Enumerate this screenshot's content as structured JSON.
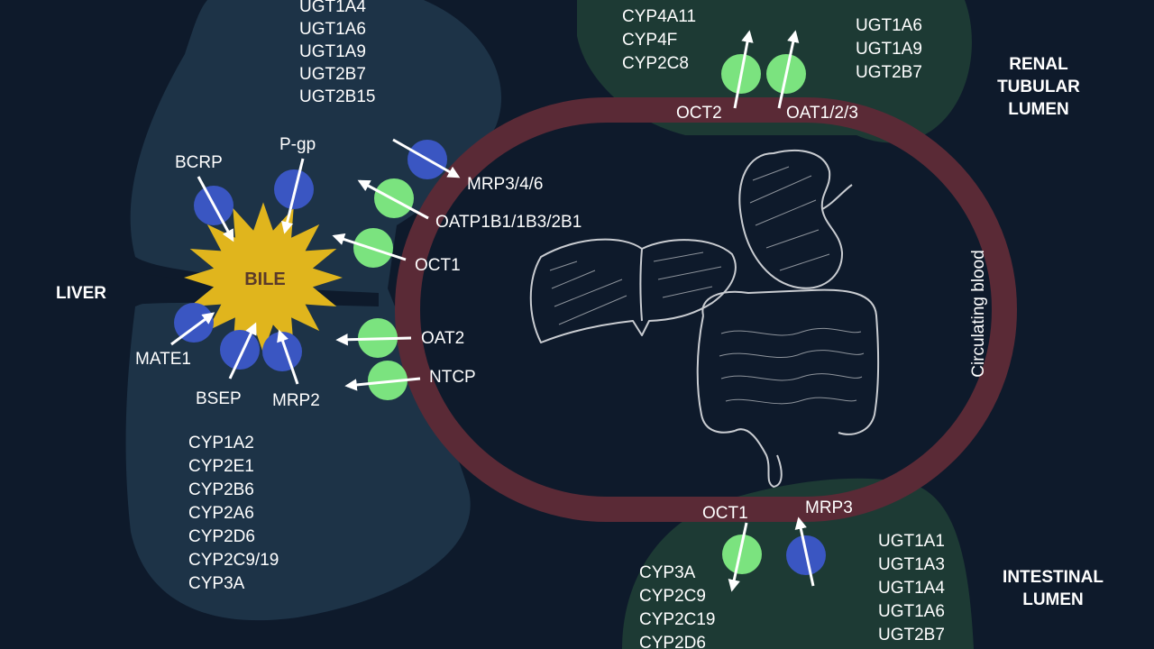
{
  "colors": {
    "background": "#0e1a2b",
    "liver_region": "#1d3347",
    "kidney_region": "#1d3a34",
    "intestine_region": "#1d3a34",
    "circulation_ring": "#5a2a36",
    "influx_transporter": "#7be37f",
    "efflux_transporter": "#3a56c2",
    "bile": "#e0b51d",
    "bile_text": "#5a3a2a",
    "text": "#ffffff"
  },
  "regions": {
    "liver": "LIVER",
    "renal": [
      "RENAL",
      "TUBULAR",
      "LUMEN"
    ],
    "intestinal": [
      "INTESTINAL",
      "LUMEN"
    ]
  },
  "bile": "BILE",
  "circulation_label": "Circulating blood",
  "liver_ugt_enzymes": [
    "UGT1A4",
    "UGT1A6",
    "UGT1A9",
    "UGT2B7",
    "UGT2B15"
  ],
  "liver_cyp_enzymes": [
    "CYP1A2",
    "CYP2E1",
    "CYP2B6",
    "CYP2A6",
    "CYP2D6",
    "CYP2C9/19",
    "CYP3A"
  ],
  "kidney_cyp_enzymes": [
    "CYP4A11",
    "CYP4F",
    "CYP2C8"
  ],
  "kidney_ugt_enzymes": [
    "UGT1A6",
    "UGT1A9",
    "UGT2B7"
  ],
  "intestine_cyp_enzymes": [
    "CYP3A",
    "CYP2C9",
    "CYP2C19",
    "CYP2D6"
  ],
  "intestine_ugt_enzymes": [
    "UGT1A1",
    "UGT1A3",
    "UGT1A4",
    "UGT1A6",
    "UGT2B7"
  ],
  "transporters": {
    "bcrp": "BCRP",
    "pgp": "P-gp",
    "mate1": "MATE1",
    "bsep": "BSEP",
    "mrp2": "MRP2",
    "mrp346": "MRP3/4/6",
    "oatp": "OATP1B1/1B3/2B1",
    "oct1_liver": "OCT1",
    "oat2": "OAT2",
    "ntcp": "NTCP",
    "oct2": "OCT2",
    "oat123": "OAT1/2/3",
    "oct1_intestine": "OCT1",
    "mrp3_intestine": "MRP3"
  }
}
